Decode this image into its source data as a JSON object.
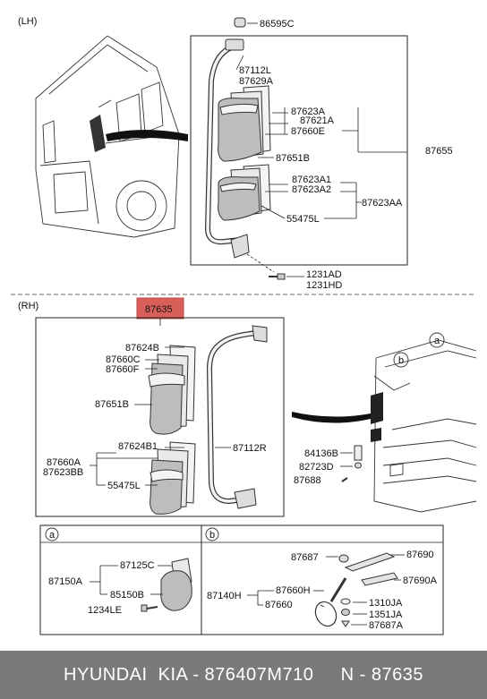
{
  "sections": {
    "lh": "(LH)",
    "rh": "(RH)",
    "a": "a",
    "b": "b"
  },
  "highlight_color": "#d9605a",
  "lh_labels": {
    "p86595C": "86595C",
    "p87112L": "87112L",
    "p87629A": "87629A",
    "p87623A": "87623A",
    "p87621A": "87621A",
    "p87660E": "87660E",
    "p87655": "87655",
    "p87651B": "87651B",
    "p87623A1": "87623A1",
    "p87623A2": "87623A2",
    "p87623AA": "87623AA",
    "p55475L": "55475L",
    "p1231AD": "1231AD",
    "p1231HD": "1231HD"
  },
  "rh_labels": {
    "p87635": "87635",
    "p87624B": "87624B",
    "p87660C": "87660C",
    "p87660F": "87660F",
    "p87651B": "87651B",
    "p87624B1": "87624B1",
    "p87660A": "87660A",
    "p87623BB": "87623BB",
    "p55475L": "55475L",
    "p87112R": "87112R",
    "p84136B": "84136B",
    "p82723D": "82723D",
    "p87688": "87688"
  },
  "a_labels": {
    "p87125C": "87125C",
    "p87150A": "87150A",
    "p85150B": "85150B",
    "p1234LE": "1234LE"
  },
  "b_labels": {
    "p87687": "87687",
    "p87690": "87690",
    "p87690A": "87690A",
    "p87140H": "87140H",
    "p87660H": "87660H",
    "p87660": "87660",
    "p1310JA": "1310JA",
    "p1351JA": "1351JA",
    "p87687A": "87687A"
  },
  "footer": {
    "text": "HYUNDAI  KIA - 876407M710     N - 87635"
  }
}
